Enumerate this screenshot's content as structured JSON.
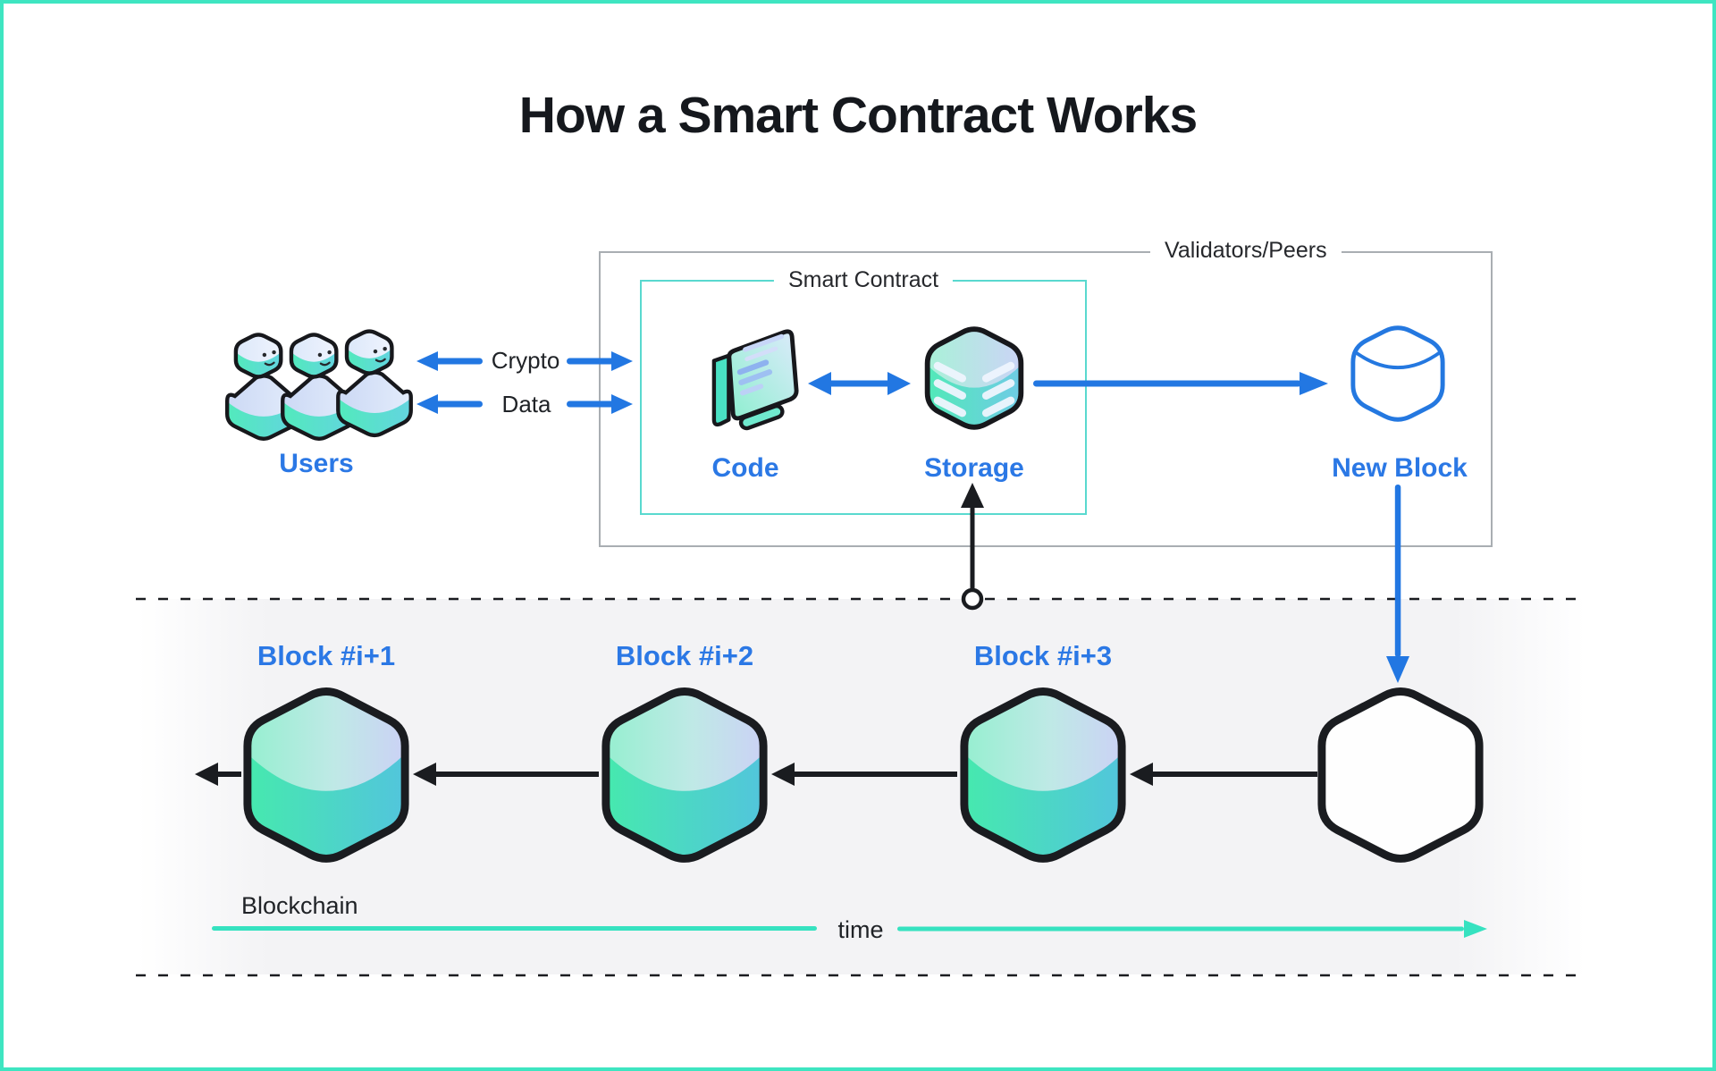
{
  "title": "How a Smart Contract Works",
  "users": {
    "label": "Users",
    "icon": "users-cubes-icon",
    "count": 3
  },
  "flow": {
    "crypto_label": "Crypto",
    "data_label": "Data"
  },
  "validators": {
    "label": "Validators/Peers"
  },
  "smart_contract": {
    "label": "Smart Contract",
    "code_label": "Code",
    "storage_label": "Storage",
    "code_icon": "code-monitor-icon",
    "storage_icon": "storage-cube-icon"
  },
  "new_block": {
    "label": "New Block",
    "icon": "new-block-outline-cube-icon"
  },
  "chain": {
    "blocks": [
      {
        "label": "Block #i+1",
        "icon": "block-cube-icon"
      },
      {
        "label": "Block #i+2",
        "icon": "block-cube-icon"
      },
      {
        "label": "Block #i+3",
        "icon": "block-cube-icon"
      },
      {
        "label": "",
        "icon": "empty-block-cube-icon"
      }
    ],
    "blockchain_label": "Blockchain",
    "time_label": "time"
  },
  "colors": {
    "frame_teal": "#3EE5C1",
    "time_arrow_teal": "#36E2C0",
    "accent_blue": "#2277E2",
    "label_blue": "#2B78E5",
    "smart_contract_border": "#59D9CF",
    "validators_border": "#A9AEB2",
    "band_gray": "#F3F3F5",
    "ink_black": "#1A1C20",
    "block_mint": "#46E9AE",
    "block_teal": "#52C5DC",
    "block_top_lavender": "#CBD2F5"
  }
}
